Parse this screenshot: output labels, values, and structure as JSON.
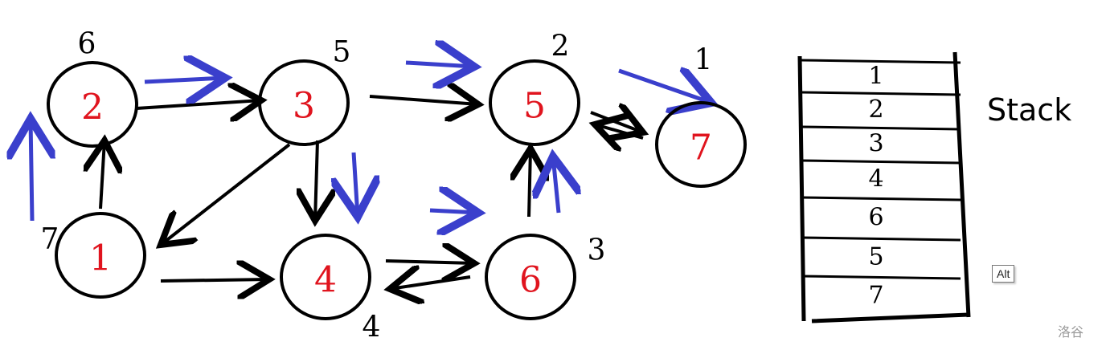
{
  "nodes": [
    {
      "id": "1",
      "label": "1",
      "order": "7"
    },
    {
      "id": "2",
      "label": "2",
      "order": "6"
    },
    {
      "id": "3",
      "label": "3",
      "order": "5"
    },
    {
      "id": "4",
      "label": "4",
      "order": "4"
    },
    {
      "id": "5",
      "label": "5",
      "order": "2"
    },
    {
      "id": "6",
      "label": "6",
      "order": "3"
    },
    {
      "id": "7",
      "label": "7",
      "order": "1"
    }
  ],
  "edges": [
    {
      "from": "1",
      "to": "2"
    },
    {
      "from": "2",
      "to": "3"
    },
    {
      "from": "3",
      "to": "5"
    },
    {
      "from": "5",
      "to": "7"
    },
    {
      "from": "7",
      "to": "5"
    },
    {
      "from": "3",
      "to": "1"
    },
    {
      "from": "3",
      "to": "4"
    },
    {
      "from": "1",
      "to": "4"
    },
    {
      "from": "4",
      "to": "6"
    },
    {
      "from": "6",
      "to": "4"
    },
    {
      "from": "6",
      "to": "5"
    }
  ],
  "dfs_path": [
    [
      "1",
      "2"
    ],
    [
      "2",
      "3"
    ],
    [
      "3",
      "5"
    ],
    [
      "5",
      "7"
    ],
    [
      "3",
      "4"
    ],
    [
      "4",
      "6"
    ],
    [
      "6",
      "5"
    ]
  ],
  "stack": {
    "title": "Stack",
    "items": [
      "1",
      "2",
      "3",
      "4",
      "6",
      "5",
      "7"
    ]
  },
  "tooltip": "Alt",
  "watermark": "洛谷",
  "colors": {
    "node_label": "#e0141e",
    "edge": "#000000",
    "dfs": "#3a3fcc"
  }
}
